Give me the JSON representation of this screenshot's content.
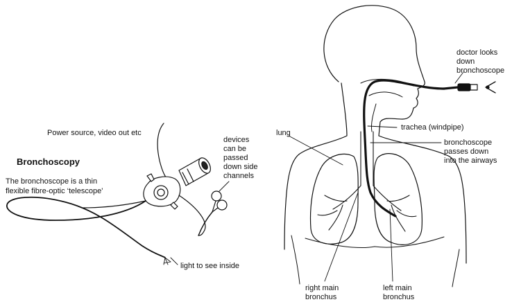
{
  "left_panel": {
    "title": "Bronchoscopy",
    "description_line1": "The bronchoscope is a thin",
    "description_line2": "flexible fibre-optic ‘telescope’",
    "power_label": "Power source, video out etc",
    "devices_label": [
      "devices",
      "can be",
      "passed",
      "down side",
      "channels"
    ],
    "light_label": "light to see inside"
  },
  "right_panel": {
    "doctor_label": [
      "doctor looks",
      "down",
      "bronchoscope"
    ],
    "lung_label": "lung",
    "trachea_label": "trachea (windpipe)",
    "bronchoscope_label": [
      "bronchoscope",
      "passes down",
      "into the airways"
    ],
    "right_bronchus_label": [
      "right main",
      "bronchus"
    ],
    "left_bronchus_label": [
      "left main",
      "bronchus"
    ]
  }
}
